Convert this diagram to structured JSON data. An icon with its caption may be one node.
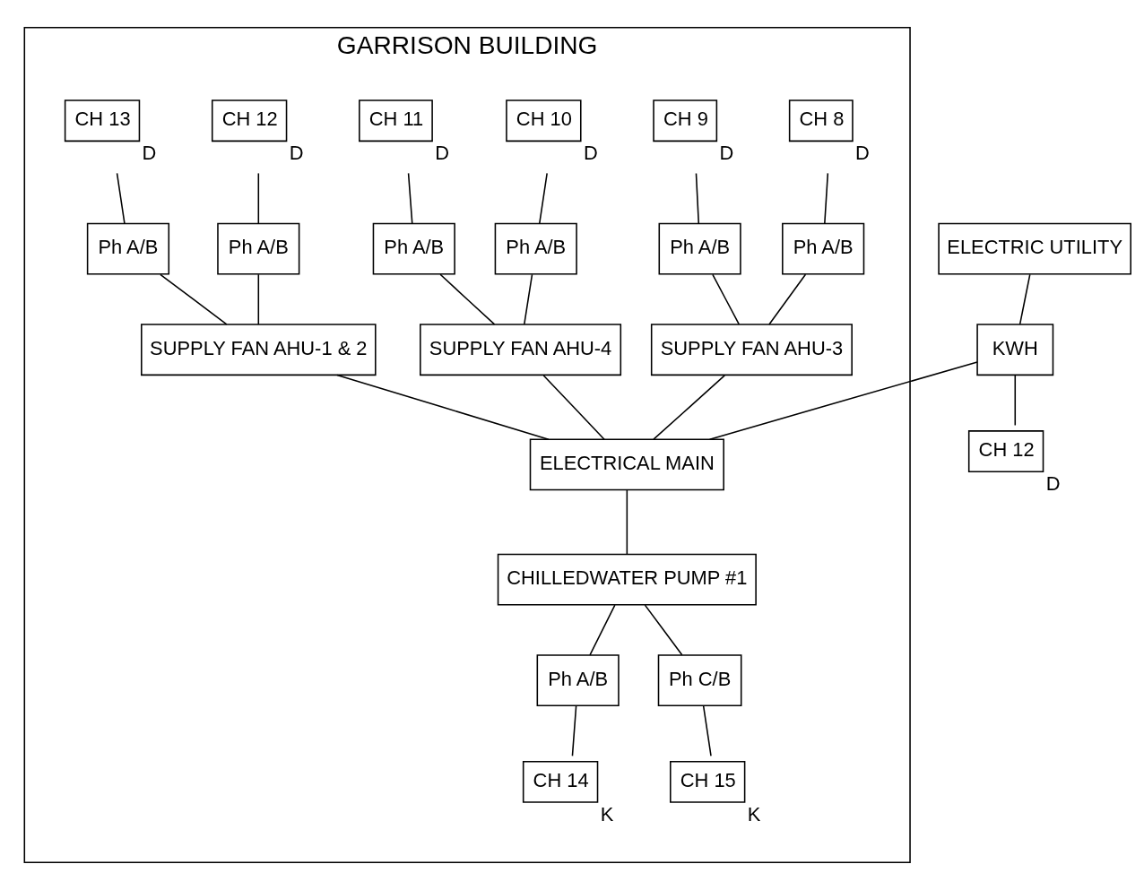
{
  "diagram": {
    "nodes": [
      {
        "text": [
          "GARRISON BUILDING"
        ]
      },
      {
        "text": [
          "CH 8"
        ],
        "in": 0,
        "beside": [
          "D"
        ]
      },
      {
        "text": [
          "CH 9"
        ],
        "in": 0,
        "beside": [
          "D"
        ]
      },
      {
        "text": [
          "CH 10"
        ],
        "in": 0,
        "beside": [
          "D"
        ]
      },
      {
        "text": [
          "CH 11"
        ],
        "in": 0,
        "beside": [
          "D"
        ]
      },
      {
        "text": [
          "CH 12"
        ],
        "in": 0,
        "beside": [
          "D"
        ]
      },
      {
        "text": [
          "CH 13"
        ],
        "in": 0,
        "beside": [
          "D"
        ]
      },
      {
        "text": [
          "Ph A/B"
        ],
        "in": 0
      },
      {
        "text": [
          "Ph A/B"
        ],
        "in": 0
      },
      {
        "text": [
          "Ph A/B"
        ],
        "in": 0
      },
      {
        "text": [
          "Ph A/B"
        ],
        "in": 0
      },
      {
        "text": [
          "Ph A/B"
        ],
        "in": 0
      },
      {
        "text": [
          "Ph A/B"
        ],
        "in": 0
      },
      {
        "text": [
          "SUPPLY FAN AHU-3"
        ],
        "in": 0
      },
      {
        "text": [
          "SUPPLY FAN AHU-4"
        ],
        "in": 0
      },
      {
        "text": [
          "SUPPLY FAN AHU-1 & 2"
        ],
        "in": 0
      },
      {
        "text": [
          "ELECTRICAL MAIN"
        ],
        "in": 0
      },
      {
        "text": [
          "CHILLEDWATER PUMP #1"
        ],
        "in": 0
      },
      {
        "text": [
          "Ph A/B"
        ],
        "in": 0
      },
      {
        "text": [
          "Ph C/B"
        ],
        "in": 0
      },
      {
        "text": [
          "CH 14"
        ],
        "in": 0,
        "beside": [
          "K"
        ]
      },
      {
        "text": [
          "CH 15"
        ],
        "in": 0,
        "beside": [
          "K"
        ]
      },
      {
        "text": [
          "ELECTRIC UTILITY"
        ]
      },
      {
        "text": [
          "KWH"
        ]
      },
      {
        "text": [
          "CH 12"
        ],
        "beside": [
          "D"
        ]
      }
    ],
    "edges": [
      {
        "from": 1,
        "to": 7,
        "arrow": "none"
      },
      {
        "from": 2,
        "to": 8,
        "arrow": "none"
      },
      {
        "from": 3,
        "to": 9,
        "arrow": "none"
      },
      {
        "from": 4,
        "to": 10,
        "arrow": "none"
      },
      {
        "from": 5,
        "to": 11,
        "arrow": "none"
      },
      {
        "from": 6,
        "to": 12,
        "arrow": "none"
      },
      {
        "from": 7,
        "to": 13,
        "arrow": "none"
      },
      {
        "from": 8,
        "to": 13,
        "arrow": "none"
      },
      {
        "from": 9,
        "to": 14,
        "arrow": "none"
      },
      {
        "from": 10,
        "to": 14,
        "arrow": "none"
      },
      {
        "from": 11,
        "to": 15,
        "arrow": "none"
      },
      {
        "from": 12,
        "to": 15,
        "arrow": "none"
      },
      {
        "from": 13,
        "to": 16,
        "arrow": "none"
      },
      {
        "from": 14,
        "to": 16,
        "arrow": "none"
      },
      {
        "from": 15,
        "to": 16,
        "arrow": "none"
      },
      {
        "from": 22,
        "to": 23,
        "arrow": "none"
      },
      {
        "from": 23,
        "to": 16,
        "arrow": "none"
      },
      {
        "from": 23,
        "to": 24,
        "arrow": "none"
      },
      {
        "from": 16,
        "to": 17,
        "arrow": "none"
      },
      {
        "from": 17,
        "to": 18,
        "arrow": "none"
      },
      {
        "from": 17,
        "to": 19,
        "arrow": "none"
      },
      {
        "from": 18,
        "to": 20,
        "arrow": "none"
      },
      {
        "from": 19,
        "to": 21,
        "arrow": "none"
      }
    ]
  }
}
